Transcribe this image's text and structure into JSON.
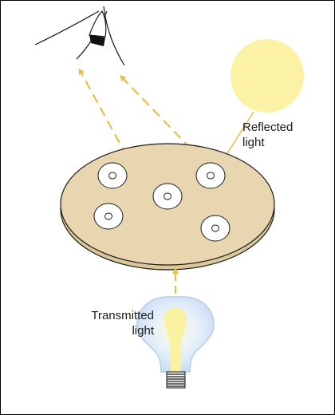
{
  "labels": {
    "reflected": {
      "line1": "Reflected",
      "line2": "light"
    },
    "transmitted": {
      "line1": "Transmitted",
      "line2": "light"
    }
  },
  "colors": {
    "plate_top": "#E8D6B0",
    "plate_edge": "#DCC79C",
    "sun": "#FBF2A6",
    "arrow": "#E6C04A",
    "bulb_glow": "#D6E8FA",
    "bulb_core": "#FAF2A0",
    "outline": "#1a1a1a"
  },
  "icons": {
    "eye": "eye-icon",
    "light_source": "sun-icon",
    "bulb": "light-bulb-icon"
  }
}
